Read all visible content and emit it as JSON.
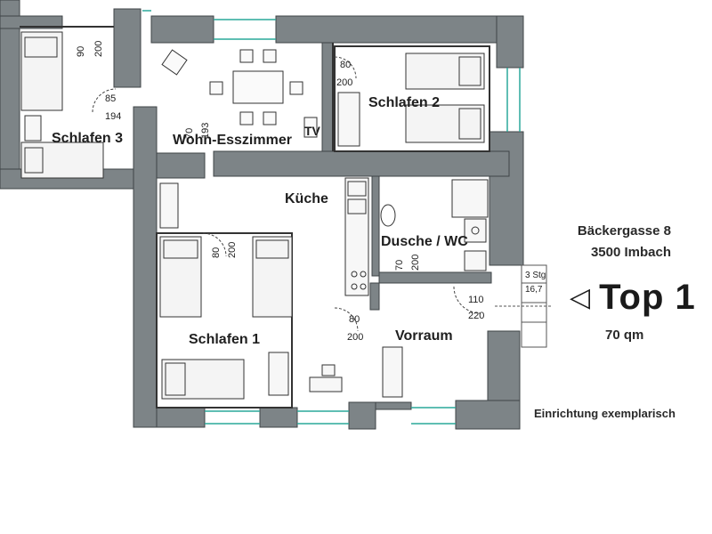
{
  "rooms": {
    "schlafen3": "Schlafen 3",
    "wohn": "Wohn-Esszimmer",
    "schlafen2": "Schlafen 2",
    "kueche": "Küche",
    "dusche": "Dusche / WC",
    "schlafen1": "Schlafen 1",
    "vorraum": "Vorraum"
  },
  "doors": {
    "d1w": "90",
    "d1h": "200",
    "d2w": "85",
    "d2h": "194",
    "d3w": "80",
    "d3h": "200",
    "d4w": "70",
    "d4h": "193",
    "d5w": "80",
    "d5h": "200",
    "d6w": "70",
    "d6h": "200",
    "d7w": "80",
    "d7h": "200",
    "d8w": "110",
    "d8h": "220"
  },
  "tv": "TV",
  "stairs": {
    "count": "3 Stg",
    "rise": "16,7"
  },
  "address": {
    "street": "Bäckergasse 8",
    "city": "3500 Imbach"
  },
  "unit": {
    "name": "Top 1",
    "area": "70 qm"
  },
  "note": "Einrichtung exemplarisch",
  "colors": {
    "wall": "#7d8487",
    "wall_stroke": "#3f4447",
    "window": "#2aa99a"
  }
}
